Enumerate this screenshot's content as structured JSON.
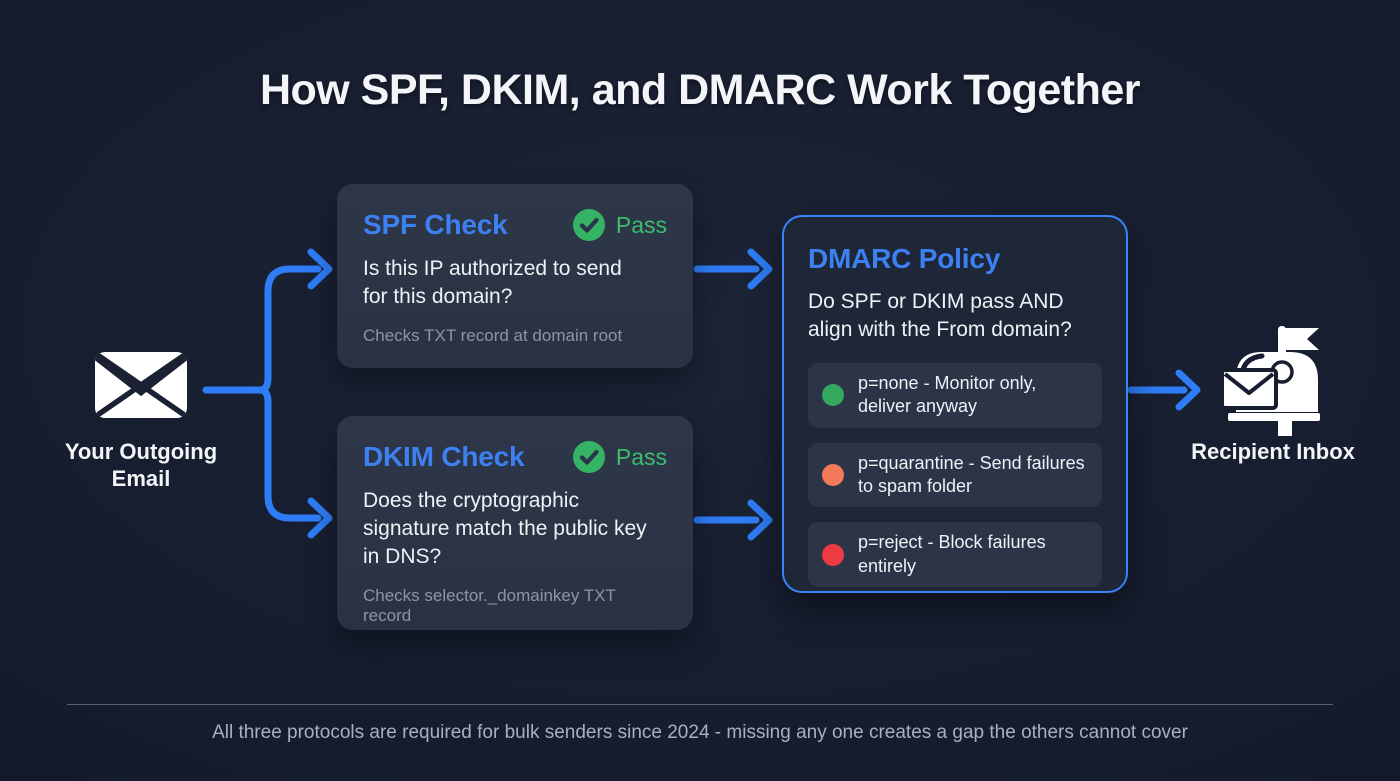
{
  "title": "How SPF, DKIM, and DMARC Work Together",
  "colors": {
    "background": "#171e30",
    "card_background": "#2b3445",
    "dmarc_background": "#1e2738",
    "accent_blue": "#2e7df6",
    "heading_blue": "#3d80f2",
    "pass_green": "#35b264",
    "text_primary": "#eef1f6",
    "text_muted": "#8c95a7"
  },
  "source": {
    "label": "Your Outgoing Email",
    "icon": "envelope-icon"
  },
  "spf_card": {
    "title": "SPF Check",
    "status_label": "Pass",
    "question": "Is this IP authorized to send for this domain?",
    "note": "Checks TXT record at domain root"
  },
  "dkim_card": {
    "title": "DKIM Check",
    "status_label": "Pass",
    "question": "Does the cryptographic signature match the public key in DNS?",
    "note": "Checks selector._domainkey TXT record"
  },
  "dmarc_card": {
    "title": "DMARC Policy",
    "question": "Do SPF or DKIM pass AND align with the From domain?",
    "policies": [
      {
        "label": "p=none - Monitor only, deliver anyway",
        "color": "#34a85e"
      },
      {
        "label": "p=quarantine - Send failures to spam folder",
        "color": "#f4795b"
      },
      {
        "label": "p=reject - Block failures entirely",
        "color": "#ee3a43"
      }
    ]
  },
  "destination": {
    "label": "Recipient Inbox",
    "icon": "mailbox-icon"
  },
  "footer": {
    "note": "All three protocols are required for bulk senders since 2024 - missing any one creates a gap the others cannot cover"
  }
}
